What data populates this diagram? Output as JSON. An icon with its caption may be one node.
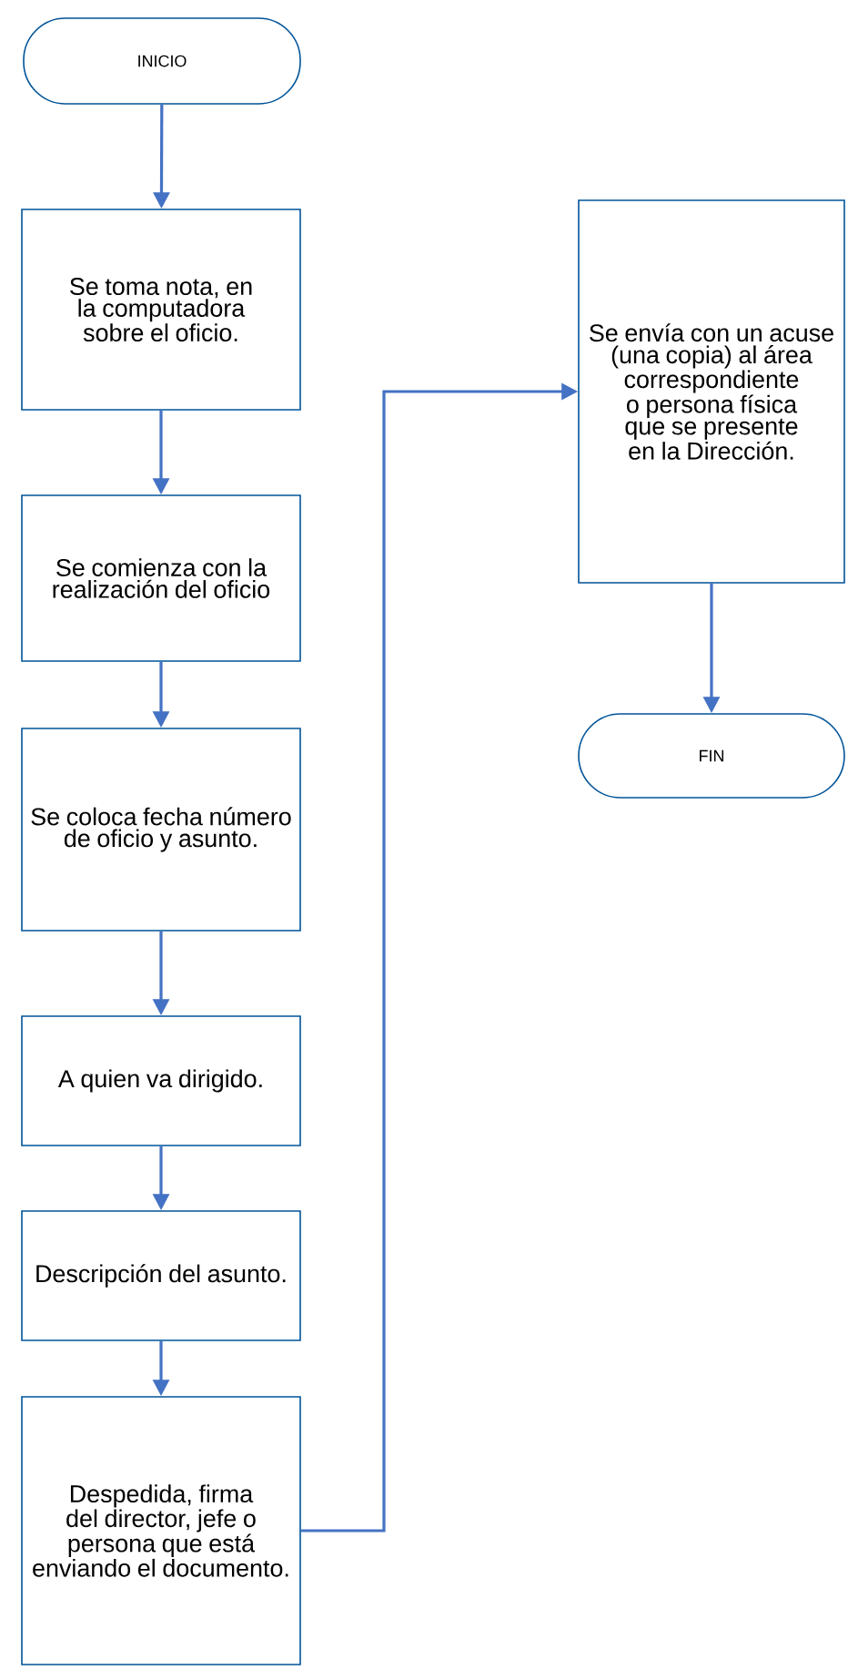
{
  "diagram": {
    "nodes": [
      {
        "text": [
          "INICIO"
        ]
      },
      {
        "text": [
          "Se toma nota, en la computadora sobre el oficio."
        ]
      },
      {
        "text": [
          "Se comienza con la realización del oficio"
        ]
      },
      {
        "text": [
          "Se coloca fecha número de oficio y asunto."
        ]
      },
      {
        "text": [
          "A quien va dirigido."
        ]
      },
      {
        "text": [
          "Descripción del asunto."
        ]
      },
      {
        "text": [
          "Despedida, firma del director, jefe o persona que está enviando el documento."
        ]
      },
      {
        "text": [
          "Se envía con un acuse (una copia) al área correspondiente o persona física que se presente en la Dirección."
        ]
      },
      {
        "text": [
          "FIN"
        ]
      }
    ],
    "edges": [
      {
        "from": 0,
        "to": 1,
        "arrow": "to"
      },
      {
        "from": 1,
        "to": 2,
        "arrow": "to"
      },
      {
        "from": 2,
        "to": 3,
        "arrow": "to"
      },
      {
        "from": 3,
        "to": 4,
        "arrow": "to"
      },
      {
        "from": 4,
        "to": 5,
        "arrow": "to"
      },
      {
        "from": 5,
        "to": 6,
        "arrow": "to"
      },
      {
        "from": 6,
        "to": 7,
        "arrow": "to"
      },
      {
        "from": 7,
        "to": 8,
        "arrow": "to"
      }
    ]
  }
}
